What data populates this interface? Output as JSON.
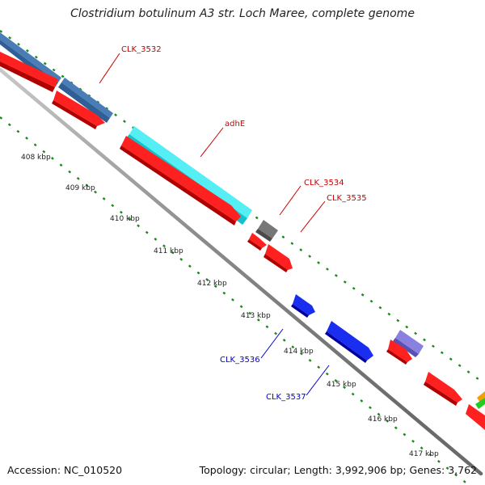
{
  "title": "Clostridium botulinum A3 str. Loch Maree, complete genome",
  "footer": {
    "accession": "Accession: NC_010520",
    "summary": "Topology: circular; Length: 3,992,906 bp; Genes: 3,762"
  },
  "ticks": [
    "408 kbp",
    "409 kbp",
    "410 kbp",
    "411 kbp",
    "412 kbp",
    "413 kbp",
    "414 kbp",
    "415 kbp",
    "416 kbp",
    "417 kbp"
  ],
  "gene_labels": [
    {
      "name": "CLK_3532",
      "color": "#cc0000"
    },
    {
      "name": "adhE",
      "color": "#cc0000"
    },
    {
      "name": "CLK_3534",
      "color": "#cc0000"
    },
    {
      "name": "CLK_3535",
      "color": "#cc0000"
    },
    {
      "name": "CLK_3536",
      "color": "#0000cc"
    },
    {
      "name": "CLK_3537",
      "color": "#0000cc"
    }
  ],
  "colors": {
    "cds_red": "#ee1111",
    "cds_blue": "#0a1ee6",
    "gene_steel": "#4a7db8",
    "gene_cyan": "#22e6ee",
    "gene_gray": "#666666",
    "gene_purple": "#7b70d6",
    "backbone": "#888888",
    "ticks": "#1a8a1a"
  }
}
